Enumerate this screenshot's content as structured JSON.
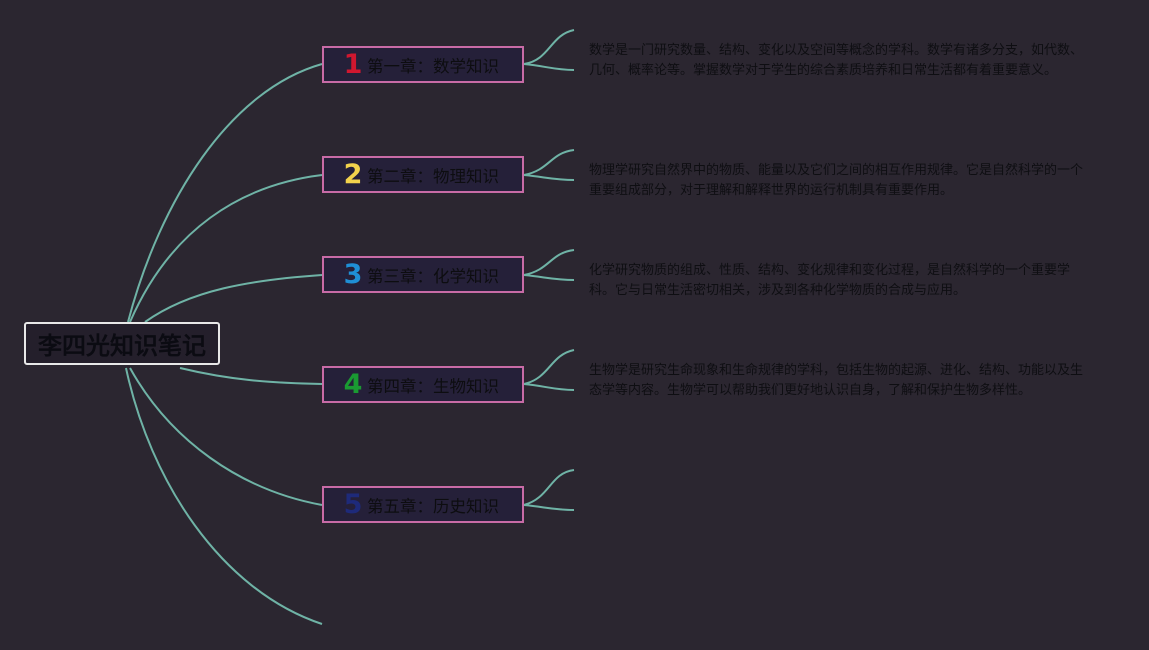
{
  "root": {
    "title": "李四光知识笔记"
  },
  "colors": {
    "background": "#2b2630",
    "link": "#6fb3a6",
    "chapter_border": "#c86ba6",
    "root_border": "#e8e8e8"
  },
  "chapters": [
    {
      "num": "1",
      "num_color": "#d0172f",
      "label": "第一章：数学知识",
      "desc": "数学是一门研究数量、结构、变化以及空间等概念的学科。数学有诸多分支，如代数、几何、概率论等。掌握数学对于学生的综合素质培养和日常生活都有着重要意义。"
    },
    {
      "num": "2",
      "num_color": "#f2d24c",
      "label": "第二章：物理知识",
      "desc": "物理学研究自然界中的物质、能量以及它们之间的相互作用规律。它是自然科学的一个重要组成部分，对于理解和解释世界的运行机制具有重要作用。"
    },
    {
      "num": "3",
      "num_color": "#1f8fd6",
      "label": "第三章：化学知识",
      "desc": "化学研究物质的组成、性质、结构、变化规律和变化过程，是自然科学的一个重要学科。它与日常生活密切相关，涉及到各种化学物质的合成与应用。"
    },
    {
      "num": "4",
      "num_color": "#1a9a32",
      "label": "第四章：生物知识",
      "desc": "生物学是研究生命现象和生命规律的学科，包括生物的起源、进化、结构、功能以及生态学等内容。生物学可以帮助我们更好地认识自身，了解和保护生物多样性。"
    },
    {
      "num": "5",
      "num_color": "#1e2a7a",
      "label": "第五章：历史知识",
      "desc": ""
    }
  ]
}
